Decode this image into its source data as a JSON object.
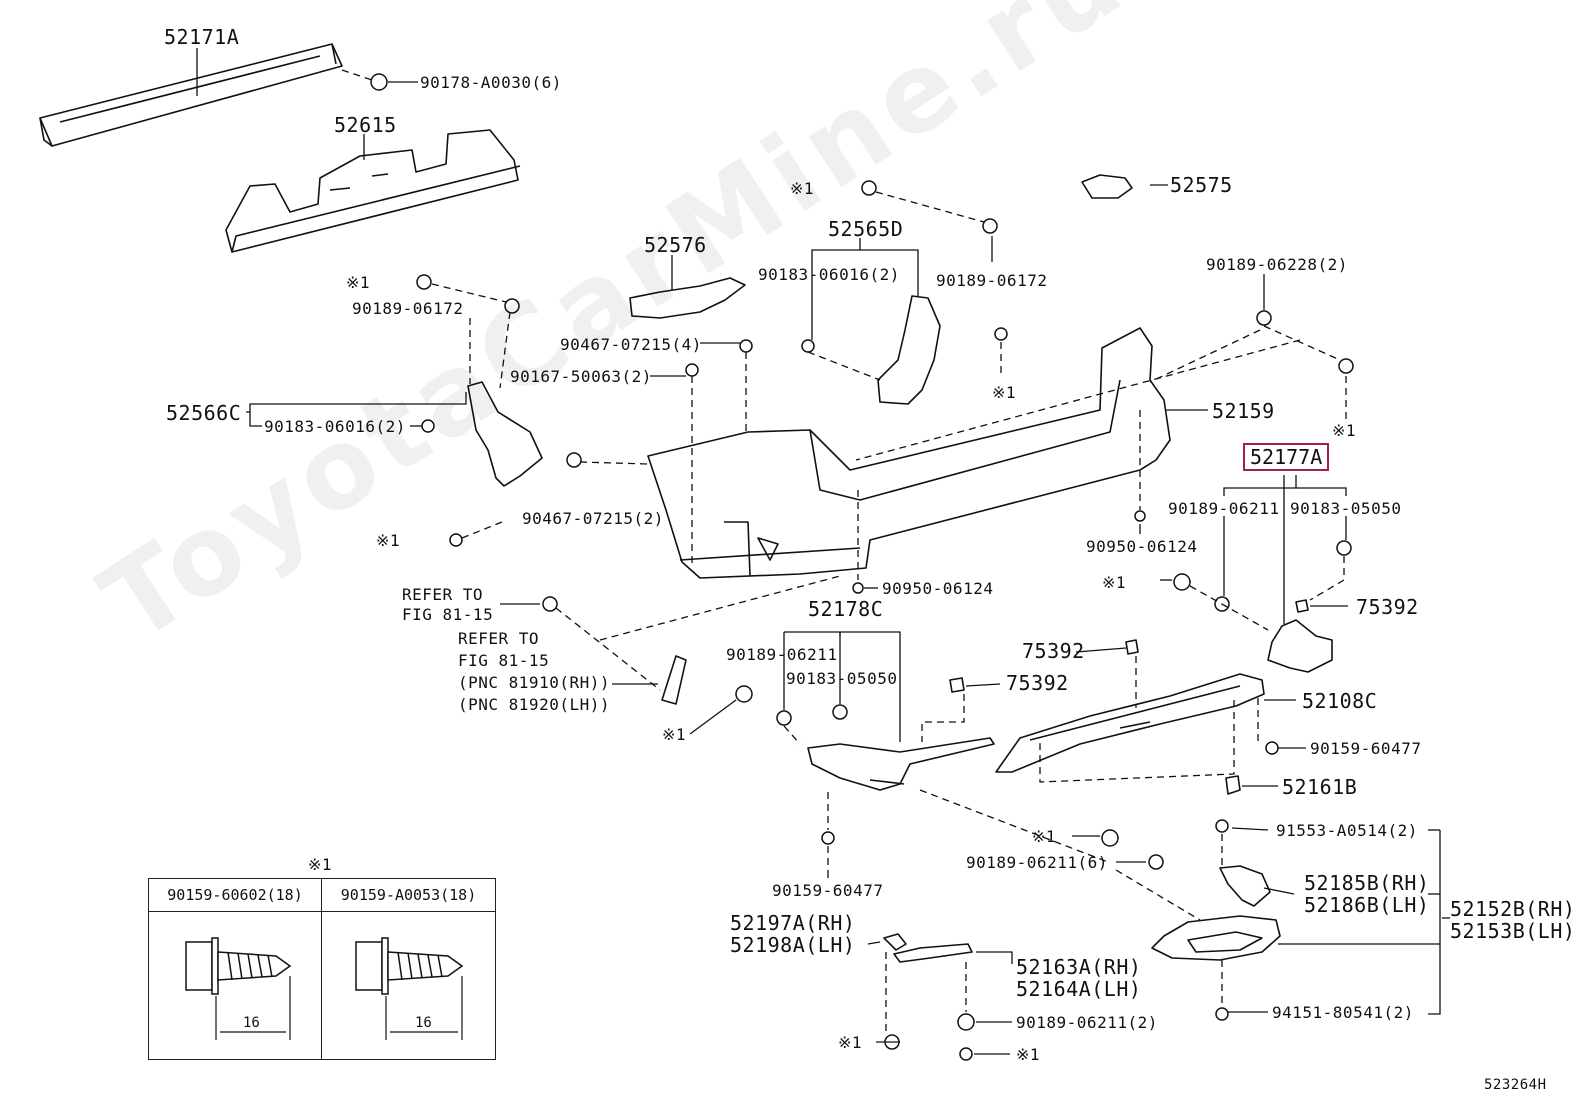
{
  "watermark": "ToyotaCarMine.ru",
  "diagram_code": "523264H",
  "highlight_color": "#a0204a",
  "parts": {
    "p52171A": "52171A",
    "p90178": "90178-A0030(6)",
    "p52615": "52615",
    "p52575": "52575",
    "p52565D": "52565D",
    "p90183_a": "90183-06016(2)",
    "p90189_06172_a": "90189-06172",
    "p52576": "52576",
    "p90189_06172_b": "90189-06172",
    "p90189_06228": "90189-06228(2)",
    "p90467_a": "90467-07215(4)",
    "p90167": "90167-50063(2)",
    "p52566C": "52566C",
    "p90183_b": "90183-06016(2)",
    "p52159": "52159",
    "p52177A": "52177A",
    "p90467_b": "90467-07215(2)",
    "p90189_06211_a": "90189-06211",
    "p90183_05050_a": "90183-05050",
    "p90950_a": "90950-06124",
    "p90950_b": "90950-06124",
    "p52178C": "52178C",
    "p75392_a": "75392",
    "p75392_b": "75392",
    "p75392_c": "75392",
    "p90189_06211_b": "90189-06211",
    "p90183_05050_b": "90183-05050",
    "p52108C": "52108C",
    "p90159_60477_a": "90159-60477",
    "p52161B": "52161B",
    "p91553": "91553-A0514(2)",
    "p90189_06211_6": "90189-06211(6)",
    "p52185B": "52185B(RH)",
    "p52186B": "52186B(LH)",
    "p52152B": "52152B(RH)",
    "p52153B": "52153B(LH)",
    "p90159_60477_b": "90159-60477",
    "p52197A": "52197A(RH)",
    "p52198A": "52198A(LH)",
    "p52163A": "52163A(RH)",
    "p52164A": "52164A(LH)",
    "p90189_06211_2": "90189-06211(2)",
    "p94151": "94151-80541(2)"
  },
  "refer1": [
    "REFER TO",
    "FIG 81-15"
  ],
  "refer2": [
    "REFER TO",
    "FIG 81-15",
    "(PNC 81910(RH))",
    "(PNC 81920(LH))"
  ],
  "mark": "※1",
  "table": {
    "mark": "※1",
    "col1": "90159-60602(18)",
    "col2": "90159-A0053(18)",
    "dim1": "16",
    "dim2": "16"
  }
}
